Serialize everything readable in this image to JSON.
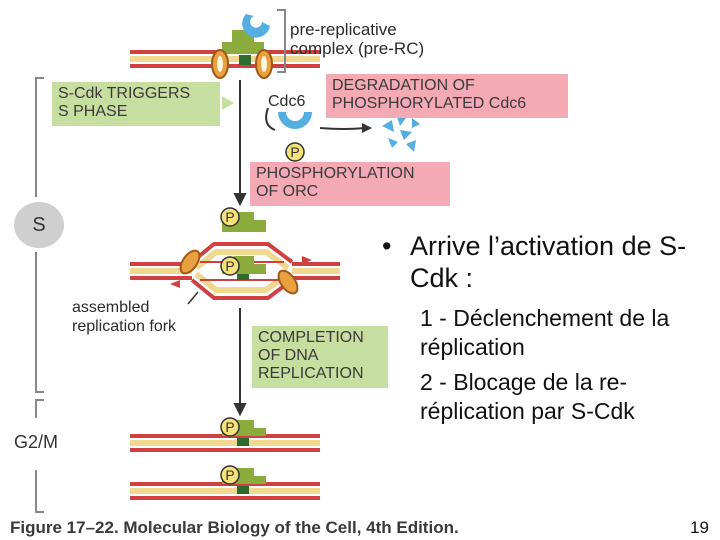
{
  "labels": {
    "pre_rc": [
      "pre-replicative",
      "complex (pre-RC)"
    ],
    "s_cdk_box": [
      "S-Cdk TRIGGERS",
      "S PHASE"
    ],
    "degradation_box": [
      "DEGRADATION OF",
      "PHOSPHORYLATED Cdc6"
    ],
    "cdc6": "Cdc6",
    "phosphorylation_box": [
      "PHOSPHORYLATION",
      "OF ORC"
    ],
    "fork": [
      "assembled",
      "replication fork"
    ],
    "completion_box": [
      "COMPLETION",
      "OF DNA",
      "REPLICATION"
    ],
    "p": "P"
  },
  "phases": {
    "s": "S",
    "g2m": "G2/M"
  },
  "bullets": {
    "main": "Arrive l’activation de S-Cdk :",
    "sub": [
      "1 - Déclenchement de la réplication",
      "2 - Blocage de la re-réplication par S-Cdk"
    ]
  },
  "caption": "Figure 17–22. Molecular Biology of the Cell, 4th Edition.",
  "page_number": "19",
  "colors": {
    "green_box": "#c6dfa0",
    "pink_box": "#f3aab4",
    "orc_green": "#8bab3c",
    "cdc6_blue": "#55aee0",
    "mcm_orange": "#e8a040",
    "dna_red": "#d04040",
    "dna_yellow": "#f0d890"
  }
}
